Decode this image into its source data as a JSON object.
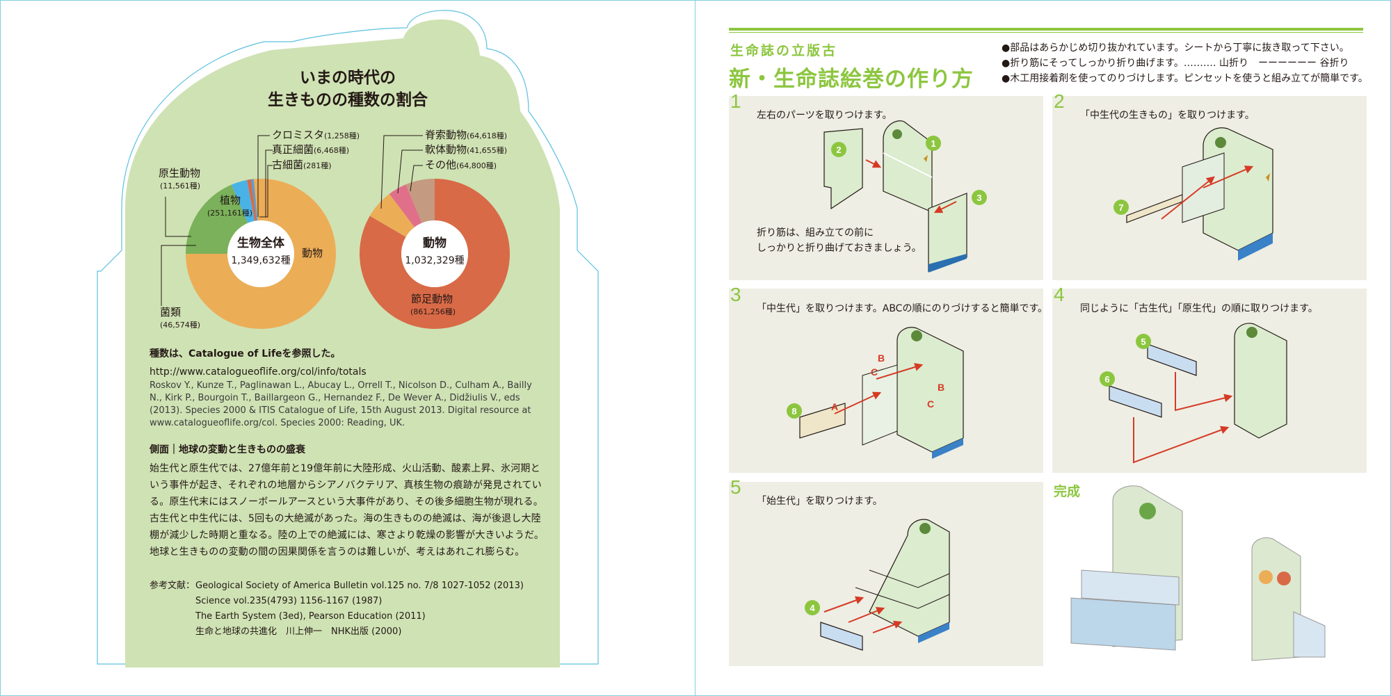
{
  "left": {
    "title_line1": "いまの時代の",
    "title_line2": "生きものの種数の割合",
    "chart_left": {
      "center_main": "生物全体",
      "center_sub": "1,349,632種",
      "labels": {
        "cromista": "クロミスタ",
        "cromista_count": "(1,258種)",
        "eubacteria": "真正細菌",
        "eubacteria_count": "(6,468種)",
        "archaea": "古細菌",
        "archaea_count": "(281種)",
        "protozoa": "原生動物",
        "protozoa_count": "(11,561種)",
        "plants": "植物",
        "plants_count": "(251,161種)",
        "animals": "動物",
        "fungi": "菌類",
        "fungi_count": "(46,574種)"
      }
    },
    "chart_right": {
      "center_main": "動物",
      "center_sub": "1,032,329種",
      "labels": {
        "chordata": "脊索動物",
        "chordata_count": "(64,618種)",
        "mollusca": "軟体動物",
        "mollusca_count": "(41,655種)",
        "other": "その他",
        "other_count": "(64,800種)",
        "arthropoda": "節足動物",
        "arthropoda_count": "(861,256種)"
      }
    },
    "source_head": "種数は、Catalogue of Lifeを参照した。",
    "source_url": "http://www.catalogueoflife.org/col/info/totals",
    "source_ref": "Roskov Y., Kunze T., Paglinawan L., Abucay L., Orrell T., Nicolson D., Culham A., Bailly N., Kirk P., Bourgoin T., Baillargeon G., Hernandez F., De Wever A., Didžiulis V., eds (2013). Species 2000 & ITIS Catalogue of Life, 15th August 2013. Digital resource at www.catalogueoflife.org/col. Species 2000: Reading, UK.",
    "side_head": "側面｜地球の変動と生きものの盛衰",
    "side_body": "始生代と原生代では、27億年前と19億年前に大陸形成、火山活動、酸素上昇、氷河期という事件が起き、それぞれの地層からシアノバクテリア、真核生物の痕跡が発見されている。原生代末にはスノーボールアースという大事件があり、その後多細胞生物が現れる。古生代と中生代には、5回もの大絶滅があった。海の生きものの絶滅は、海が後退し大陸棚が減少した時期と重なる。陸の上での絶滅には、寒さより乾燥の影響が大きいようだ。地球と生きものの変動の間の因果関係を言うのは難しいが、考えはあれこれ膨らむ。",
    "refs_label": "参考文献：",
    "refs": [
      "Geological Society of America Bulletin vol.125 no. 7/8 1027-1052 (2013)",
      "Science vol.235(4793) 1156-1167 (1987)",
      "The Earth System (3ed), Pearson Education (2011)",
      "生命と地球の共進化　川上伸一　NHK出版 (2000)"
    ]
  },
  "right": {
    "small_title": "生命誌の立版古",
    "big_title": "新・生命誌絵巻の作り方",
    "notes": [
      "●部品はあらかじめ切り抜かれています。シートから丁寧に抜き取って下さい。",
      "●折り筋にそってしっかり折り曲げます。‥‥‥‥‥ 山折り　ーーーーーー 谷折り",
      "●木工用接着剤を使ってのりづけします。ピンセットを使うと組み立てが簡単です。"
    ],
    "steps": [
      {
        "num": "1",
        "text": "左右のパーツを取りつけます。",
        "note_line1": "折り筋は、組み立ての前に",
        "note_line2": "しっかりと折り曲げておきましょう。"
      },
      {
        "num": "2",
        "text": "「中生代の生きもの」を取りつけます。"
      },
      {
        "num": "3",
        "text": "「中生代」を取りつけます。ABCの順にのりづけすると簡単です。"
      },
      {
        "num": "4",
        "text": "同じように「古生代」「原生代」の順に取りつけます。"
      },
      {
        "num": "5",
        "text": "「始生代」を取りつけます。"
      }
    ],
    "done_label": "完成",
    "part_numbers": [
      "1",
      "2",
      "3",
      "4",
      "5",
      "6",
      "7",
      "8"
    ],
    "abc": [
      "A",
      "B",
      "C"
    ]
  },
  "colors": {
    "accent_green": "#8cc63f",
    "panel_bg": "#eeeee4",
    "light_green": "#cfe2b4",
    "orange": "#ecad57",
    "red_orange": "#d96a47",
    "plant_green": "#7ab15a",
    "blue": "#4ab3e6",
    "arrow_red": "#d63a25"
  },
  "chart_data": [
    {
      "type": "pie",
      "categories": [
        "植物",
        "菌類",
        "原生動物",
        "真正細菌",
        "古細菌",
        "クロミスタ",
        "動物"
      ],
      "values": [
        251161,
        46574,
        11561,
        6468,
        281,
        1258,
        1032329
      ]
    },
    {
      "type": "pie",
      "categories": [
        "節足動物",
        "脊索動物",
        "軟体動物",
        "その他"
      ],
      "values": [
        861256,
        64618,
        41655,
        64800
      ]
    }
  ]
}
